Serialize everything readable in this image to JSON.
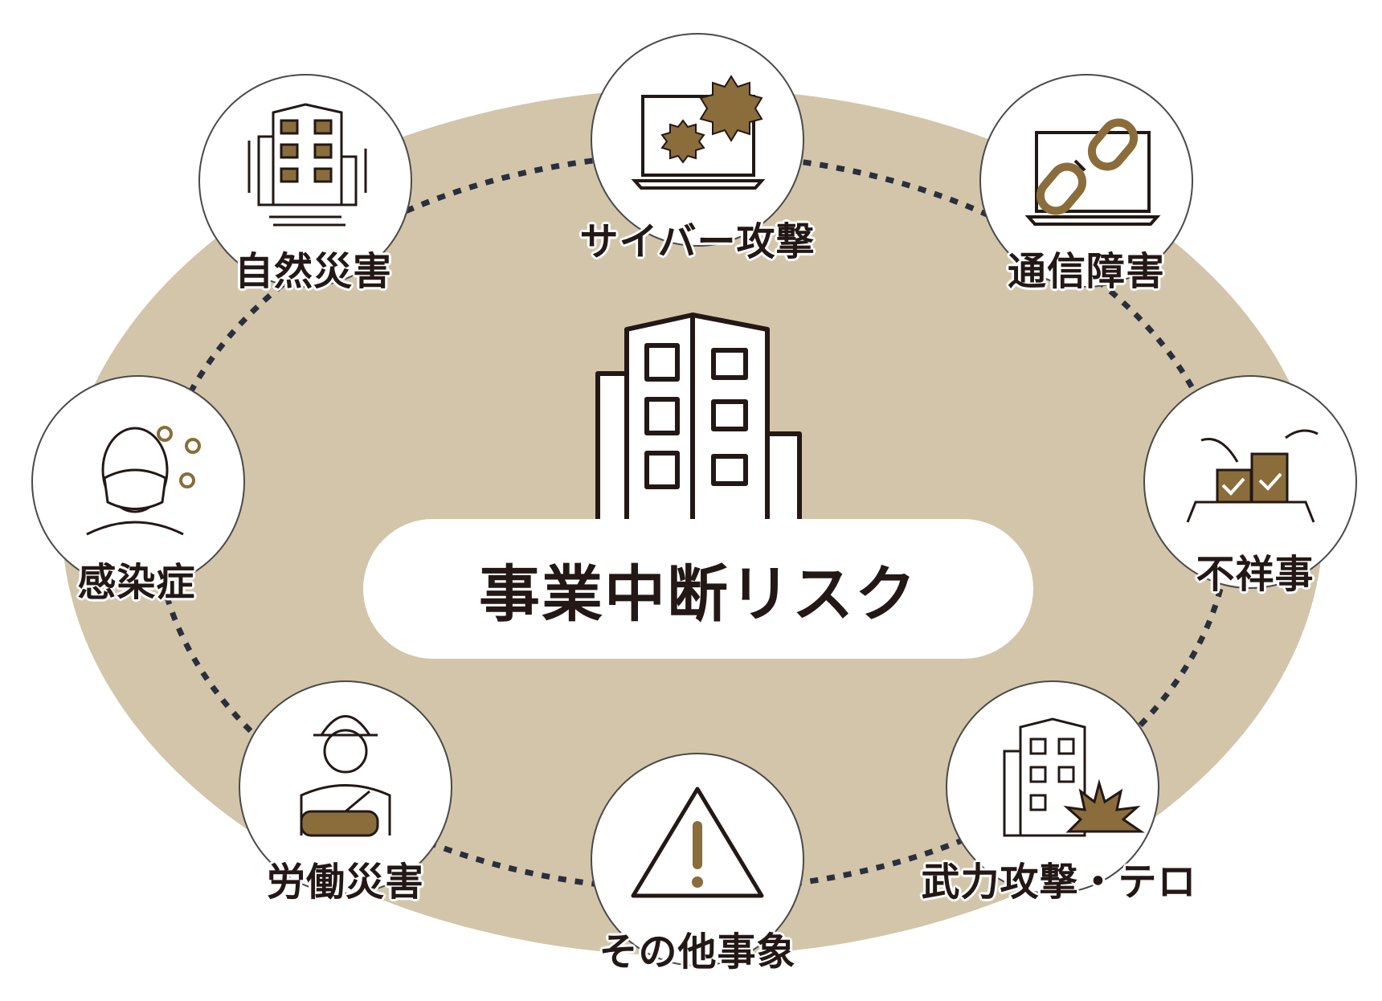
{
  "center": {
    "label": "事業中断リスク",
    "icon": "office-building-icon"
  },
  "risks": [
    {
      "key": "cyber",
      "label": "サイバー攻撃",
      "icon": "laptop-virus-icon"
    },
    {
      "key": "network",
      "label": "通信障害",
      "icon": "laptop-broken-chain-icon"
    },
    {
      "key": "scandal",
      "label": "不祥事",
      "icon": "hands-boxes-icon"
    },
    {
      "key": "terror",
      "label": "武力攻撃・テロ",
      "icon": "building-explosion-icon"
    },
    {
      "key": "other",
      "label": "その他事象",
      "icon": "warning-triangle-icon"
    },
    {
      "key": "labor",
      "label": "労働災害",
      "icon": "injured-worker-icon"
    },
    {
      "key": "infection",
      "label": "感染症",
      "icon": "masked-person-virus-icon"
    },
    {
      "key": "disaster",
      "label": "自然災害",
      "icon": "shaking-building-icon"
    }
  ],
  "colors": {
    "ellipse": "#d2c5a9",
    "accent": "#8a6d3b",
    "ink": "#231815",
    "ring_dots": "#2a2f3d"
  }
}
